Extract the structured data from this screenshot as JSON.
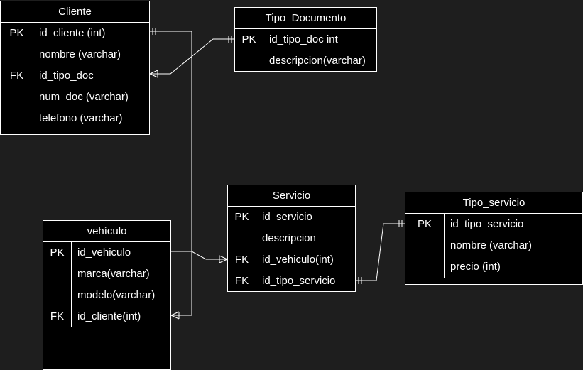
{
  "entities": {
    "cliente": {
      "title": "Cliente",
      "rows": [
        {
          "key": "PK",
          "field": "id_cliente (int)"
        },
        {
          "key": "",
          "field": "nombre (varchar)"
        },
        {
          "key": "FK",
          "field": "id_tipo_doc"
        },
        {
          "key": "",
          "field": "num_doc (varchar)"
        },
        {
          "key": "",
          "field": "telefono (varchar)"
        }
      ]
    },
    "tipo_documento": {
      "title": "Tipo_Documento",
      "rows": [
        {
          "key": "PK",
          "field": "id_tipo_doc int"
        },
        {
          "key": "",
          "field": "descripcion(varchar)"
        }
      ]
    },
    "servicio": {
      "title": "Servicio",
      "rows": [
        {
          "key": "PK",
          "field": "id_servicio"
        },
        {
          "key": "",
          "field": "descripcion"
        },
        {
          "key": "FK",
          "field": "id_vehiculo(int)"
        },
        {
          "key": "FK",
          "field": "id_tipo_servicio"
        }
      ]
    },
    "tipo_servicio": {
      "title": "Tipo_servicio",
      "rows": [
        {
          "key": "PK",
          "field": "id_tipo_servicio"
        },
        {
          "key": "",
          "field": "nombre (varchar)"
        },
        {
          "key": "",
          "field": "precio (int)"
        }
      ]
    },
    "vehiculo": {
      "title": "vehículo",
      "rows": [
        {
          "key": "PK",
          "field": "id_vehiculo"
        },
        {
          "key": "",
          "field": "marca(varchar)"
        },
        {
          "key": "",
          "field": "modelo(varchar)"
        },
        {
          "key": "FK",
          "field": "id_cliente(int)"
        }
      ]
    }
  }
}
